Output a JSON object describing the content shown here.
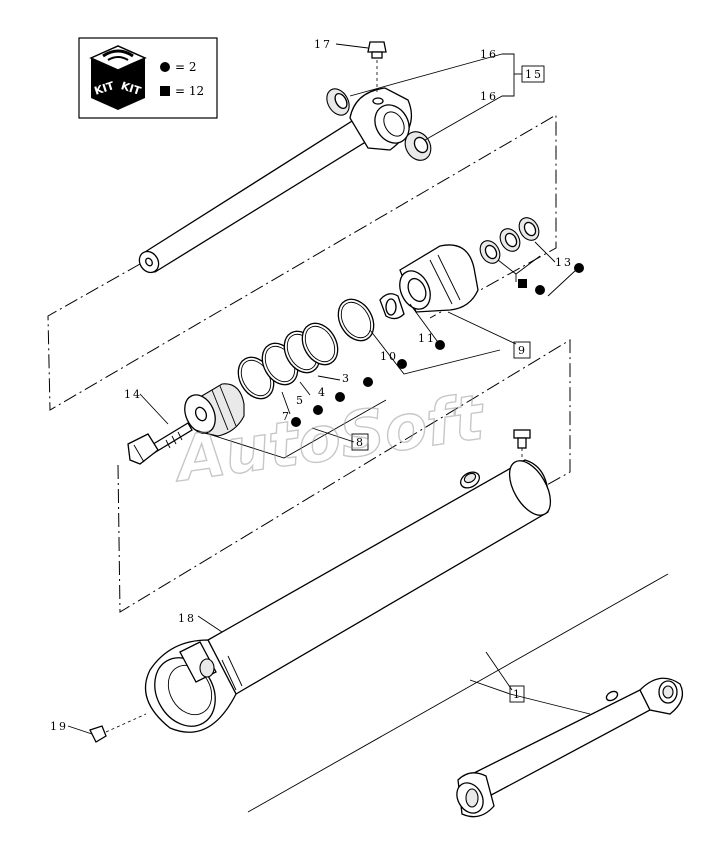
{
  "kit_legend": {
    "box_label_left": "KIT",
    "box_label_right": "KIT",
    "circle_count": "= 2",
    "square_count": "= 12"
  },
  "watermark": "AutoSoft",
  "callouts": {
    "c1": "1",
    "c3": "3",
    "c4": "4",
    "c5": "5",
    "c7": "7",
    "c8": "8",
    "c9": "9",
    "c10": "10",
    "c11": "11",
    "c13": "13",
    "c14": "14",
    "c15": "15",
    "c16a": "16",
    "c16b": "16",
    "c17": "17",
    "c18": "18",
    "c19": "19"
  }
}
